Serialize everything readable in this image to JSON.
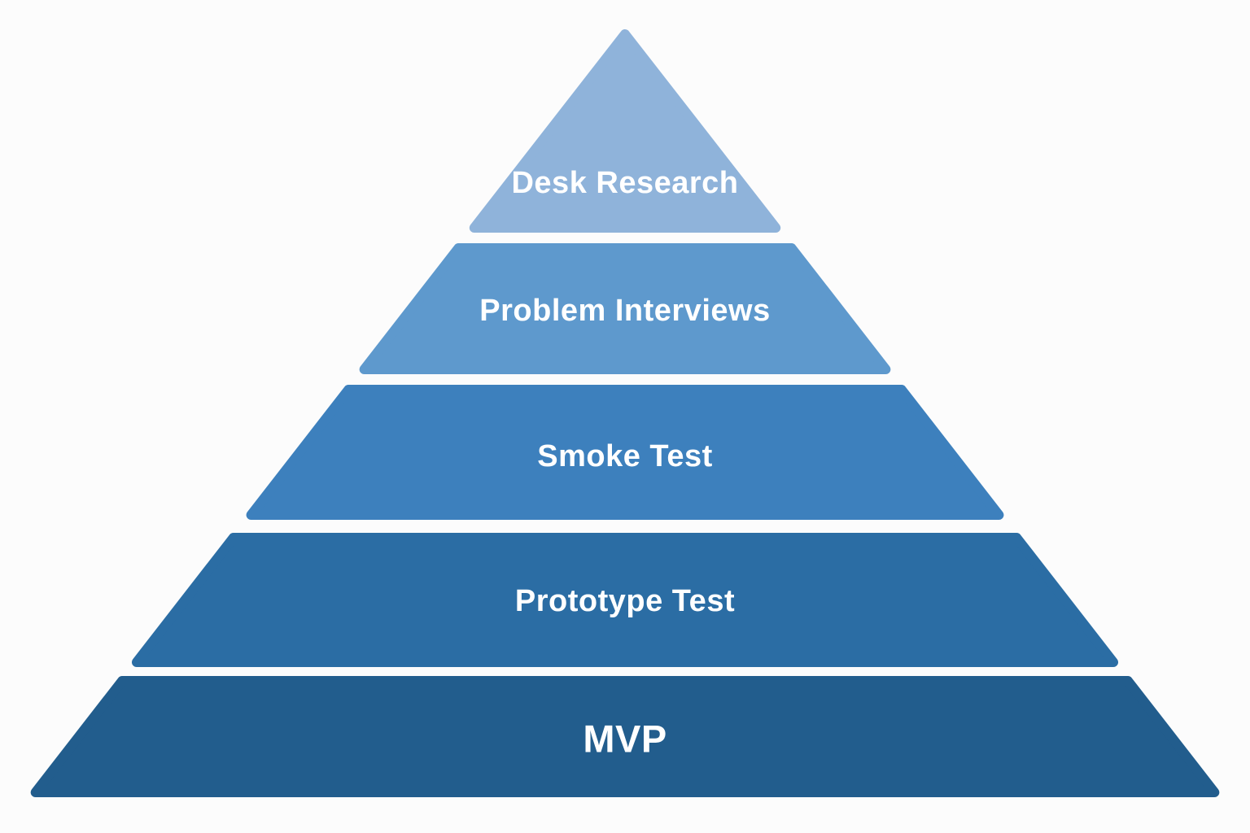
{
  "page": {
    "background_color": "#fcfcfc"
  },
  "diagram": {
    "type": "pyramid",
    "direction": "top-to-bottom",
    "label_color": "#ffffff",
    "levels": [
      {
        "id": "desk-research",
        "label": "Desk Research",
        "color": "#8fb3da"
      },
      {
        "id": "problem-interviews",
        "label": "Problem Interviews",
        "color": "#5e99cd"
      },
      {
        "id": "smoke-test",
        "label": "Smoke Test",
        "color": "#3d80bd"
      },
      {
        "id": "prototype-test",
        "label": "Prototype Test",
        "color": "#2b6da4"
      },
      {
        "id": "mvp",
        "label": "MVP",
        "color": "#225d8d"
      }
    ]
  }
}
